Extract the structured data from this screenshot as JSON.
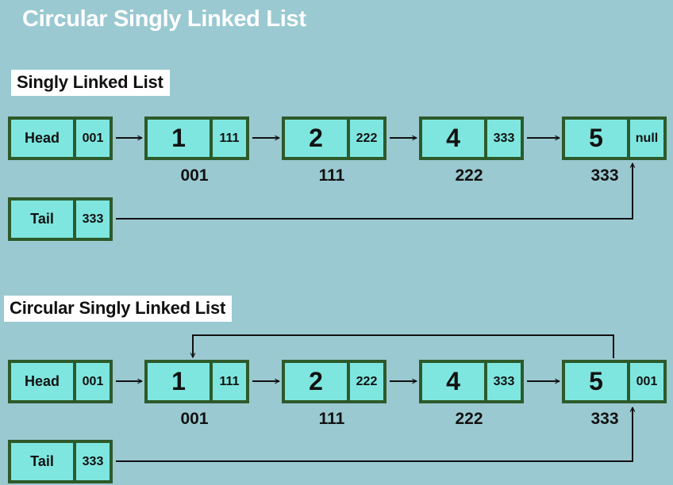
{
  "title": "Circular Singly Linked List",
  "sections": [
    {
      "label": "Singly Linked List",
      "head": {
        "label": "Head",
        "ptr": "001"
      },
      "tail": {
        "label": "Tail",
        "ptr": "333"
      },
      "nodes": [
        {
          "value": "1",
          "next": "111",
          "address": "001"
        },
        {
          "value": "2",
          "next": "222",
          "address": "111"
        },
        {
          "value": "4",
          "next": "333",
          "address": "222"
        },
        {
          "value": "5",
          "next": "null",
          "address": "333"
        }
      ]
    },
    {
      "label": "Circular Singly Linked List",
      "head": {
        "label": "Head",
        "ptr": "001"
      },
      "tail": {
        "label": "Tail",
        "ptr": "333"
      },
      "nodes": [
        {
          "value": "1",
          "next": "111",
          "address": "001"
        },
        {
          "value": "2",
          "next": "222",
          "address": "111"
        },
        {
          "value": "4",
          "next": "333",
          "address": "222"
        },
        {
          "value": "5",
          "next": "001",
          "address": "333"
        }
      ]
    }
  ],
  "colors": {
    "background": "#9ac9d1",
    "node_fill": "#7ee6df",
    "node_border": "#2d5a2a",
    "arrow": "#111111"
  }
}
